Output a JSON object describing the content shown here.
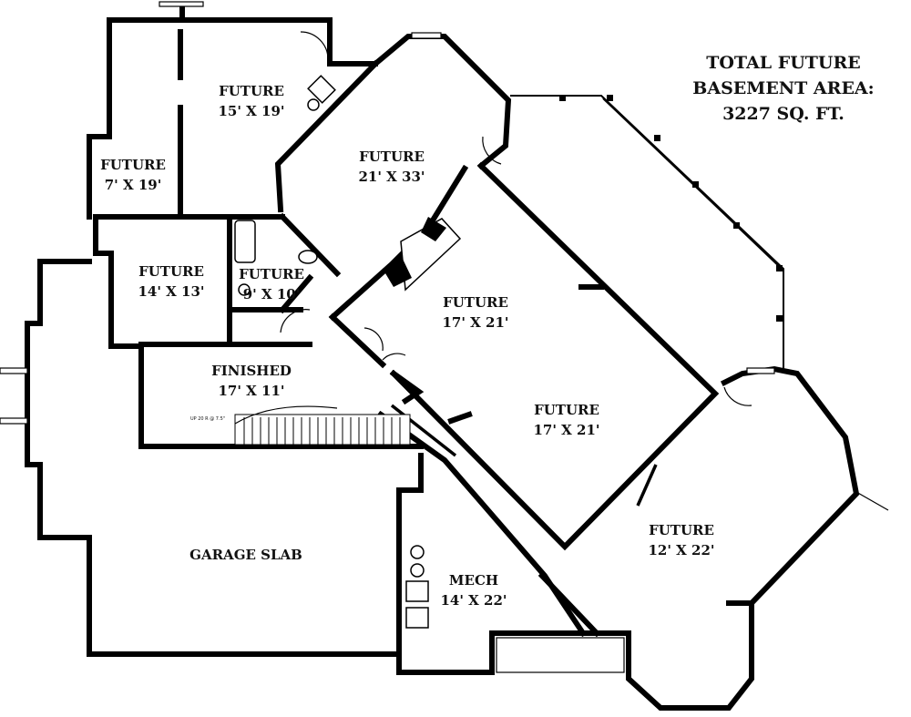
{
  "plan": {
    "total_area": {
      "line1": "TOTAL FUTURE",
      "line2": "BASEMENT AREA:",
      "line3": "3227 SQ. FT."
    },
    "rooms": [
      {
        "key": "future_15x19",
        "name": "FUTURE",
        "size": "15' X 19'"
      },
      {
        "key": "future_7x19",
        "name": "FUTURE",
        "size": "7' X 19'"
      },
      {
        "key": "future_21x33",
        "name": "FUTURE",
        "size": "21' X 33'"
      },
      {
        "key": "future_14x13",
        "name": "FUTURE",
        "size": "14' X 13'"
      },
      {
        "key": "future_9x10",
        "name": "FUTURE",
        "size": "9' X 10'"
      },
      {
        "key": "future_17x21_upper",
        "name": "FUTURE",
        "size": "17' X 21'"
      },
      {
        "key": "finished_17x11",
        "name": "FINISHED",
        "size": "17' X 11'"
      },
      {
        "key": "future_17x21_lower",
        "name": "FUTURE",
        "size": "17' X 21'"
      },
      {
        "key": "garage_slab",
        "name": "GARAGE SLAB",
        "size": ""
      },
      {
        "key": "future_12x22",
        "name": "FUTURE",
        "size": "12' X 22'"
      },
      {
        "key": "mech_14x22",
        "name": "MECH",
        "size": "14' X 22'"
      }
    ],
    "stair_note": "UP 20 R @ 7.5\""
  }
}
